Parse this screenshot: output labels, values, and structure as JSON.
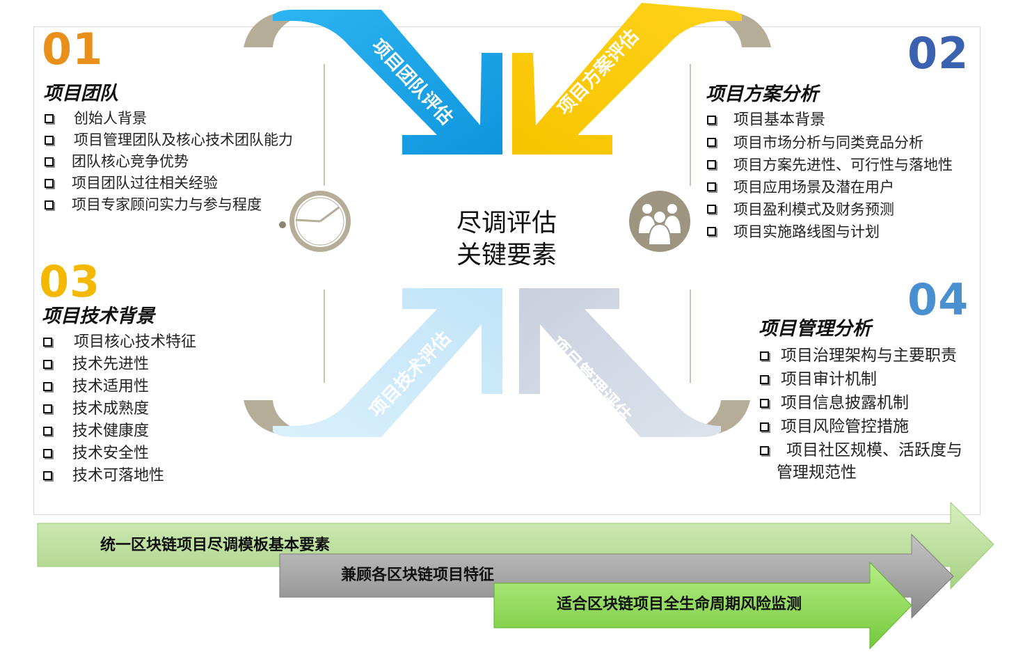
{
  "center": {
    "line1": "尽调评估",
    "line2": "关键要素"
  },
  "arrows": {
    "team": "项目团队评估",
    "plan": "项目方案评估",
    "tech": "项目技术评估",
    "mgmt": "项目管理评估"
  },
  "sections": {
    "s01": {
      "number": "01",
      "title": "项目团队",
      "items": [
        "创始人背景",
        "项目管理团队及核心技术团队能力",
        "团队核心竞争优势",
        "项目团队过往相关经验",
        "项目专家顾问实力与参与程度"
      ]
    },
    "s02": {
      "number": "02",
      "title": "项目方案分析",
      "items": [
        "项目基本背景",
        "项目市场分析与同类竞品分析",
        "项目方案先进性、可行性与落地性",
        "项目应用场景及潜在用户",
        "项目盈利模式及财务预测",
        "项目实施路线图与计划"
      ]
    },
    "s03": {
      "number": "03",
      "title": "项目技术背景",
      "items": [
        "项目核心技术特征",
        "技术先进性",
        "技术适用性",
        "技术成熟度",
        "技术健康度",
        "技术安全性",
        "技术可落地性"
      ]
    },
    "s04": {
      "number": "04",
      "title": "项目管理分析",
      "items": [
        "项目治理架构与主要职责",
        "项目审计机制",
        "项目信息披露机制",
        "项目风险管控措施",
        "项目社区规模、活跃度与",
        "管理规范性"
      ]
    }
  },
  "banners": [
    "统一区块链项目尽调模板基本要素",
    "兼顾各区块链项目特征",
    "适合区块链项目全生命周期风险监测"
  ],
  "icons": {
    "clock": "clock-icon",
    "people": "people-group-icon"
  },
  "colors": {
    "num01": "#E8901A",
    "num02": "#3A62B0",
    "num03": "#F5B800",
    "num04": "#4A8FD0",
    "arrowTeam": "#1AA3E8",
    "arrowPlan": "#FFCC00",
    "arrowTech": "#CDE9FA",
    "arrowMgmt": "#D3DAE6",
    "curl": "#B5AD98",
    "bannerGreenLight": "#B8DC96",
    "bannerGray": "#9C9C9C",
    "bannerGreen": "#8ED858"
  }
}
